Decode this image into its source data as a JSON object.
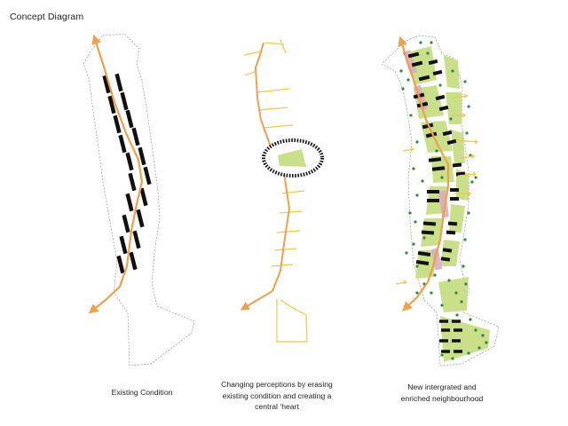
{
  "title": "Concept Diagram",
  "panels": [
    {
      "caption": [
        "Existing Condition"
      ]
    },
    {
      "caption": [
        "Changing perceptions by erasing",
        "existing condition and creating a",
        "central ‘heart"
      ]
    },
    {
      "caption": [
        "New intergrated and",
        "enriched neighbourhood"
      ]
    }
  ],
  "colors": {
    "route": "#f0a04b",
    "streets": "#f5c842",
    "buildings": "#111111",
    "green": "#c9df8a",
    "trees": "#2e8a3a",
    "pink": "#d9a9c4",
    "boundary": "#999999"
  }
}
